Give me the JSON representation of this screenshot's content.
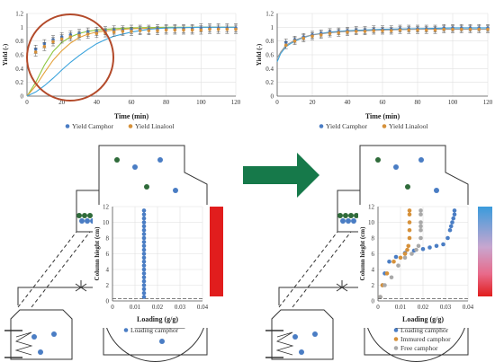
{
  "colors": {
    "camphor": "#4a7dc4",
    "linalool": "#d6913a",
    "free": "#a9a9a9",
    "model_blue": "#3aa3dc",
    "model_orange": "#e4a23c",
    "model_gray": "#9a9a9a",
    "model_green": "#8dc63f",
    "circle": "#b34a2a",
    "arrow": "#16794a",
    "outline": "#333333"
  },
  "chart_data": [
    {
      "type": "scatter",
      "id": "yield-left",
      "xlabel": "Time (min)",
      "ylabel": "Yield (-)",
      "xlim": [
        0,
        120
      ],
      "ylim": [
        0,
        1.2
      ],
      "xticks": [
        "0",
        "20",
        "40",
        "60",
        "80",
        "100",
        "120"
      ],
      "yticks": [
        "0",
        "0.2",
        "0.4",
        "0.6",
        "0.8",
        "1",
        "1.2"
      ],
      "legend": [
        "Yield Camphor",
        "Yield Linalool"
      ],
      "series": [
        {
          "name": "Yield Camphor",
          "x": [
            5,
            10,
            15,
            20,
            25,
            30,
            35,
            40,
            45,
            50,
            55,
            60,
            65,
            70,
            75,
            80,
            85,
            90,
            95,
            100,
            105,
            110,
            115,
            120
          ],
          "y": [
            0.68,
            0.76,
            0.82,
            0.86,
            0.89,
            0.91,
            0.93,
            0.94,
            0.95,
            0.96,
            0.96,
            0.97,
            0.97,
            0.97,
            0.98,
            0.98,
            0.98,
            0.98,
            0.98,
            0.99,
            0.99,
            0.99,
            0.99,
            0.99
          ]
        },
        {
          "name": "Yield Linalool",
          "x": [
            5,
            10,
            15,
            20,
            25,
            30,
            35,
            40,
            45,
            50,
            55,
            60,
            65,
            70,
            75,
            80,
            85,
            90,
            95,
            100,
            105,
            110,
            115,
            120
          ],
          "y": [
            0.64,
            0.72,
            0.79,
            0.83,
            0.86,
            0.88,
            0.9,
            0.91,
            0.92,
            0.93,
            0.94,
            0.94,
            0.95,
            0.95,
            0.95,
            0.96,
            0.96,
            0.96,
            0.96,
            0.96,
            0.97,
            0.97,
            0.97,
            0.97
          ]
        }
      ],
      "error": 0.06,
      "models": [
        {
          "color": "model_green",
          "x": [
            0,
            5,
            10,
            15,
            20,
            25,
            30,
            35,
            40,
            50,
            60,
            80,
            100,
            120
          ],
          "y": [
            0,
            0.2,
            0.45,
            0.65,
            0.78,
            0.86,
            0.91,
            0.94,
            0.96,
            0.98,
            0.99,
            1.0,
            1.0,
            1.0
          ]
        },
        {
          "color": "model_orange",
          "x": [
            0,
            5,
            10,
            15,
            20,
            25,
            30,
            35,
            40,
            50,
            60,
            80,
            100,
            120
          ],
          "y": [
            0,
            0.15,
            0.34,
            0.52,
            0.66,
            0.77,
            0.85,
            0.9,
            0.93,
            0.96,
            0.98,
            0.99,
            1.0,
            1.0
          ]
        },
        {
          "color": "model_blue",
          "x": [
            0,
            5,
            10,
            15,
            20,
            25,
            30,
            35,
            40,
            45,
            50,
            60,
            70,
            80,
            100,
            120
          ],
          "y": [
            0,
            0.06,
            0.15,
            0.26,
            0.38,
            0.49,
            0.59,
            0.68,
            0.76,
            0.82,
            0.87,
            0.93,
            0.97,
            0.99,
            1.0,
            1.0
          ]
        }
      ]
    },
    {
      "type": "scatter",
      "id": "yield-right",
      "xlabel": "Time (min)",
      "ylabel": "Yield (-)",
      "xlim": [
        0,
        120
      ],
      "ylim": [
        0,
        1.2
      ],
      "xticks": [
        "0",
        "20",
        "40",
        "60",
        "80",
        "100",
        "120"
      ],
      "yticks": [
        "0",
        "0.2",
        "0.4",
        "0.6",
        "0.8",
        "1",
        "1.2"
      ],
      "legend": [
        "Yield Camphor",
        "Yield Linalool"
      ],
      "series": [
        {
          "name": "Yield Camphor",
          "x": [
            5,
            10,
            15,
            20,
            25,
            30,
            35,
            40,
            45,
            50,
            55,
            60,
            65,
            70,
            75,
            80,
            85,
            90,
            95,
            100,
            105,
            110,
            115,
            120
          ],
          "y": [
            0.78,
            0.82,
            0.86,
            0.89,
            0.91,
            0.93,
            0.94,
            0.95,
            0.96,
            0.96,
            0.97,
            0.97,
            0.97,
            0.98,
            0.98,
            0.98,
            0.98,
            0.98,
            0.99,
            0.99,
            0.99,
            0.99,
            0.99,
            0.99
          ]
        },
        {
          "name": "Yield Linalool",
          "x": [
            5,
            10,
            15,
            20,
            25,
            30,
            35,
            40,
            45,
            50,
            55,
            60,
            65,
            70,
            75,
            80,
            85,
            90,
            95,
            100,
            105,
            110,
            115,
            120
          ],
          "y": [
            0.74,
            0.8,
            0.84,
            0.87,
            0.89,
            0.91,
            0.92,
            0.93,
            0.94,
            0.94,
            0.95,
            0.95,
            0.95,
            0.96,
            0.96,
            0.96,
            0.96,
            0.96,
            0.97,
            0.97,
            0.97,
            0.97,
            0.97,
            0.97
          ]
        }
      ],
      "error": 0.05,
      "models": [
        {
          "color": "model_blue",
          "x": [
            0,
            2,
            5,
            10,
            15,
            20,
            30,
            40,
            60,
            80,
            100,
            120
          ],
          "y": [
            0.5,
            0.62,
            0.72,
            0.8,
            0.85,
            0.89,
            0.93,
            0.95,
            0.97,
            0.98,
            0.99,
            0.99
          ]
        },
        {
          "color": "model_gray",
          "x": [
            0,
            2,
            5,
            10,
            15,
            20,
            30,
            40,
            60,
            80,
            100,
            120
          ],
          "y": [
            0.55,
            0.64,
            0.74,
            0.81,
            0.86,
            0.89,
            0.92,
            0.94,
            0.96,
            0.97,
            0.97,
            0.97
          ]
        }
      ]
    },
    {
      "type": "scatter",
      "id": "loading-left",
      "xlabel": "Loading (g/g)",
      "ylabel": "Column hieght (cm)",
      "xlim": [
        0,
        0.04
      ],
      "ylim": [
        0,
        12
      ],
      "xticks": [
        "0",
        "0.01",
        "0.02",
        "0.03",
        "0.04"
      ],
      "yticks": [
        "0",
        "2",
        "4",
        "6",
        "8",
        "10",
        "12"
      ],
      "legend": [
        "Loading camphor"
      ],
      "series": [
        {
          "name": "Loading camphor",
          "x": [
            0.014,
            0.014,
            0.014,
            0.014,
            0.014,
            0.014,
            0.014,
            0.014,
            0.014,
            0.014,
            0.014,
            0.014,
            0.014,
            0.014,
            0.014,
            0.014,
            0.014,
            0.014,
            0.014,
            0.014,
            0.014,
            0.014,
            0.014
          ],
          "y": [
            0.5,
            1,
            1.5,
            2,
            2.5,
            3,
            3.5,
            4,
            4.5,
            5,
            5.5,
            6,
            6.5,
            7,
            7.5,
            8,
            8.5,
            9,
            9.5,
            10,
            10.5,
            11,
            11.5
          ]
        }
      ]
    },
    {
      "type": "scatter",
      "id": "loading-right",
      "xlabel": "Loading (g/g)",
      "ylabel": "Column hieght (cm)",
      "xlim": [
        0,
        0.04
      ],
      "ylim": [
        0,
        12
      ],
      "xticks": [
        "0",
        "0.01",
        "0.02",
        "0.03",
        "0.04"
      ],
      "yticks": [
        "0",
        "2",
        "4",
        "6",
        "8",
        "10",
        "12"
      ],
      "legend": [
        "Loading camphor",
        "Immured camphor",
        "Free camphor"
      ],
      "series": [
        {
          "name": "Loading camphor",
          "x": [
            0.001,
            0.002,
            0.003,
            0.005,
            0.008,
            0.012,
            0.016,
            0.02,
            0.023,
            0.026,
            0.029,
            0.031,
            0.032,
            0.0325,
            0.033,
            0.0335,
            0.034,
            0.034
          ],
          "y": [
            0.5,
            2,
            3.5,
            5,
            5.6,
            6.1,
            6.4,
            6.6,
            6.8,
            7,
            7.2,
            8,
            9,
            9.5,
            10,
            10.5,
            11,
            11.5
          ]
        },
        {
          "name": "Immured camphor",
          "x": [
            0.001,
            0.002,
            0.004,
            0.007,
            0.01,
            0.012,
            0.013,
            0.0135,
            0.014,
            0.014,
            0.014,
            0.014,
            0.014
          ],
          "y": [
            0.5,
            2,
            3.5,
            5,
            5.5,
            6,
            6.5,
            7,
            8,
            9,
            10,
            11,
            11.5
          ]
        },
        {
          "name": "Free camphor",
          "x": [
            0.001,
            0.003,
            0.006,
            0.009,
            0.012,
            0.015,
            0.017,
            0.018,
            0.019,
            0.019,
            0.019,
            0.019,
            0.019,
            0.019
          ],
          "y": [
            0.5,
            2,
            3,
            4.5,
            5.5,
            6,
            6.5,
            7,
            8,
            9,
            9.5,
            10,
            11,
            11.5
          ]
        }
      ]
    }
  ]
}
